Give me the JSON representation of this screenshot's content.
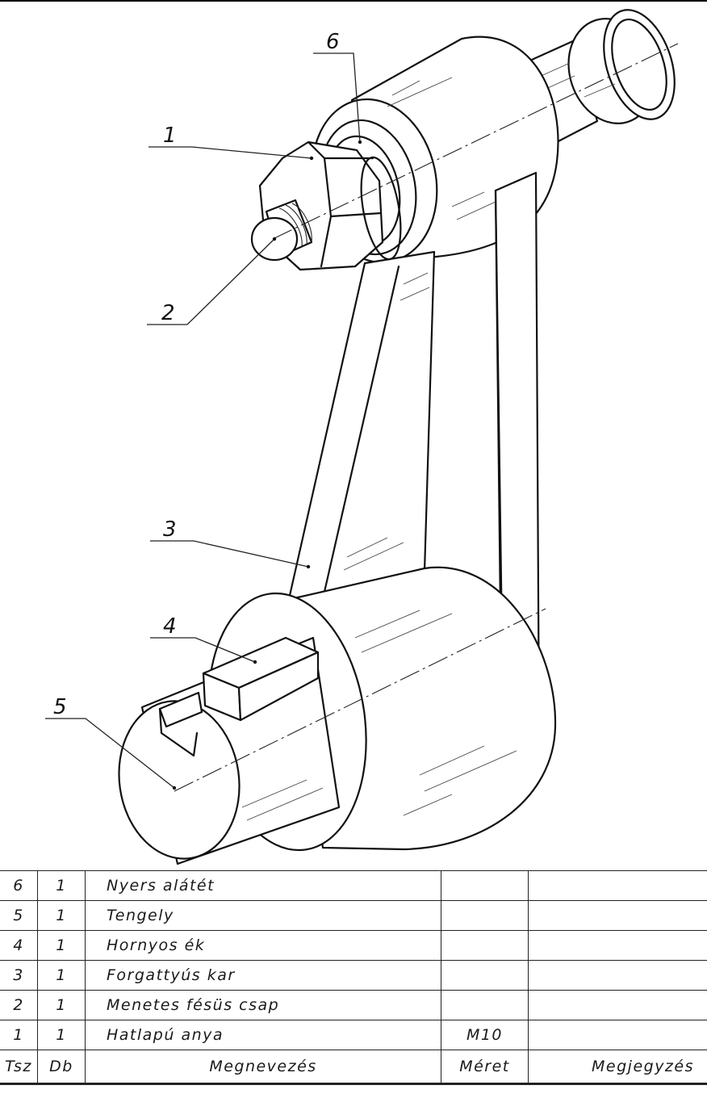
{
  "callouts": [
    "1",
    "2",
    "3",
    "4",
    "5",
    "6"
  ],
  "parts_list": {
    "columns": [
      "Tsz",
      "Db",
      "Megnevezés",
      "Méret",
      "Megjegyzés"
    ],
    "rows": [
      {
        "tsz": "6",
        "db": "1",
        "name": "Nyers alátét",
        "size": "",
        "note": ""
      },
      {
        "tsz": "5",
        "db": "1",
        "name": "Tengely",
        "size": "",
        "note": ""
      },
      {
        "tsz": "4",
        "db": "1",
        "name": "Hornyos ék",
        "size": "",
        "note": ""
      },
      {
        "tsz": "3",
        "db": "1",
        "name": "Forgattyús kar",
        "size": "",
        "note": ""
      },
      {
        "tsz": "2",
        "db": "1",
        "name": "Menetes fésüs csap",
        "size": "",
        "note": ""
      },
      {
        "tsz": "1",
        "db": "1",
        "name": "Hatlapú anya",
        "size": "M10",
        "note": ""
      }
    ]
  }
}
